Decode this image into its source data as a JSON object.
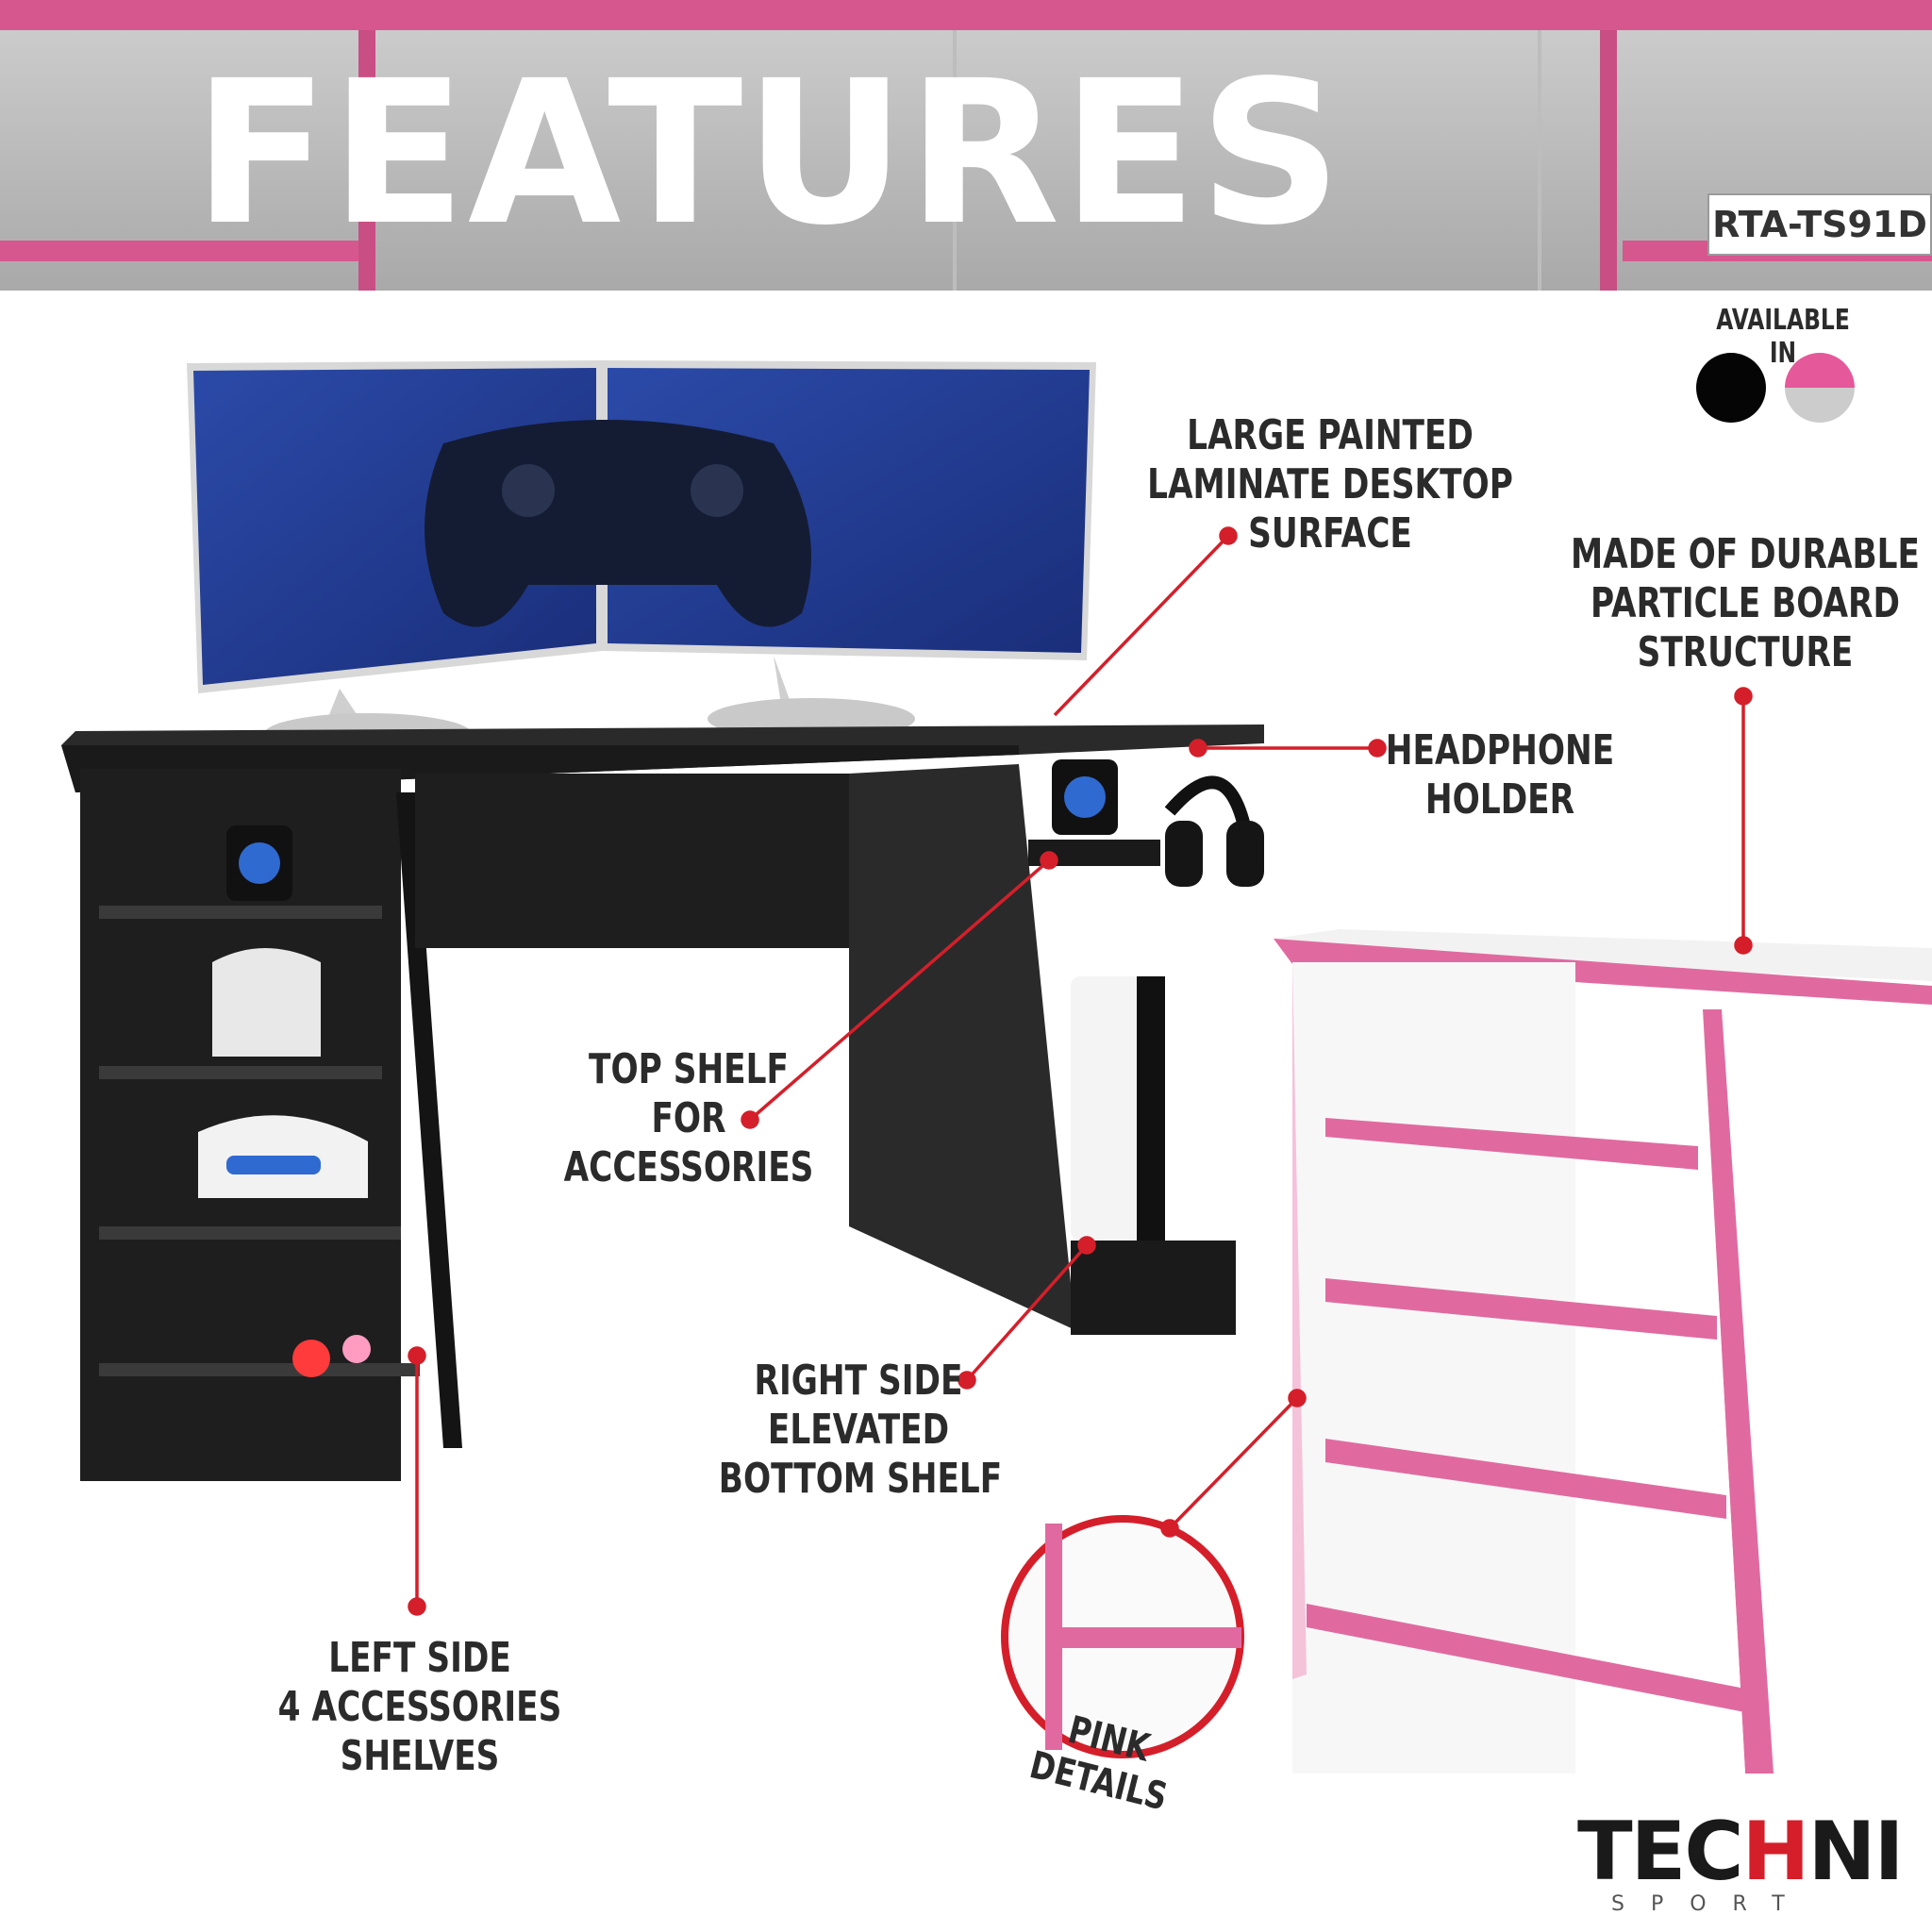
{
  "header": {
    "title": "FEATURES",
    "model": "RTA-TS91D"
  },
  "availability": {
    "label": "AVAILABLE IN",
    "colors": [
      "#050505",
      "#e5589a"
    ]
  },
  "callouts": {
    "desktop": [
      "LARGE PAINTED",
      "LAMINATE DESKTOP",
      "SURFACE"
    ],
    "structure": [
      "MADE OF DURABLE",
      "PARTICLE BOARD",
      "STRUCTURE"
    ],
    "headphone": [
      "HEADPHONE",
      "HOLDER"
    ],
    "top_shelf": [
      "TOP SHELF",
      "FOR",
      "ACCESSORIES"
    ],
    "right_shelf": [
      "RIGHT SIDE",
      "ELEVATED",
      "BOTTOM SHELF"
    ],
    "left_shelves": [
      "LEFT SIDE",
      "4 ACCESSORIES",
      "SHELVES"
    ],
    "pink_details": "PINK DETAILS"
  },
  "brand": {
    "name_a": "TEC",
    "name_b": "H",
    "name_c": "NI",
    "sub": "SPORT"
  },
  "colors": {
    "accent_red": "#d41f2a",
    "pink": "#d6578e",
    "desk_black": "#1e1e1e"
  }
}
